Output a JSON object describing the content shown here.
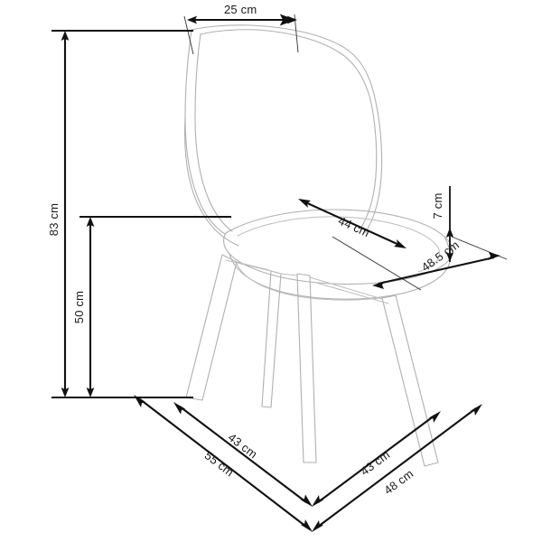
{
  "document": {
    "type": "technical-dimension-drawing",
    "subject": "dining chair",
    "units": "cm",
    "background_color": "#ffffff",
    "outline_color": "#b0b0b0",
    "dimension_color": "#111111"
  },
  "dimensions": {
    "backrest_top_width": {
      "label": "25 cm",
      "value": 25,
      "unit": "cm",
      "orientation": "horizontal",
      "position": "top"
    },
    "total_height": {
      "label": "83 cm",
      "value": 83,
      "unit": "cm",
      "orientation": "vertical",
      "position": "left-outer"
    },
    "seat_height": {
      "label": "50 cm",
      "value": 50,
      "unit": "cm",
      "orientation": "vertical",
      "position": "left-inner"
    },
    "seat_depth": {
      "label": "44 cm",
      "value": 44,
      "unit": "cm",
      "orientation": "diagonal",
      "position": "seat-center"
    },
    "seat_thickness": {
      "label": "7 cm",
      "value": 7,
      "unit": "cm",
      "orientation": "vertical",
      "position": "seat-right-edge"
    },
    "seat_diagonal": {
      "label": "48.5 cm",
      "value": 48.5,
      "unit": "cm",
      "orientation": "diagonal",
      "position": "right"
    },
    "base_left_inner": {
      "label": "43 cm",
      "value": 43,
      "unit": "cm",
      "orientation": "diagonal",
      "position": "bottom-left-inner"
    },
    "base_left_outer": {
      "label": "55 cm",
      "value": 55,
      "unit": "cm",
      "orientation": "diagonal",
      "position": "bottom-left-outer"
    },
    "base_right_inner": {
      "label": "43 cm",
      "value": 43,
      "unit": "cm",
      "orientation": "diagonal",
      "position": "bottom-right-inner"
    },
    "base_right_outer": {
      "label": "48 cm",
      "value": 48,
      "unit": "cm",
      "orientation": "diagonal",
      "position": "bottom-right-outer"
    }
  },
  "labels": [
    "25 cm",
    "83 cm",
    "50 cm",
    "44 cm",
    "7 cm",
    "48.5 cm",
    "43 cm",
    "55 cm",
    "43 cm",
    "48 cm"
  ]
}
